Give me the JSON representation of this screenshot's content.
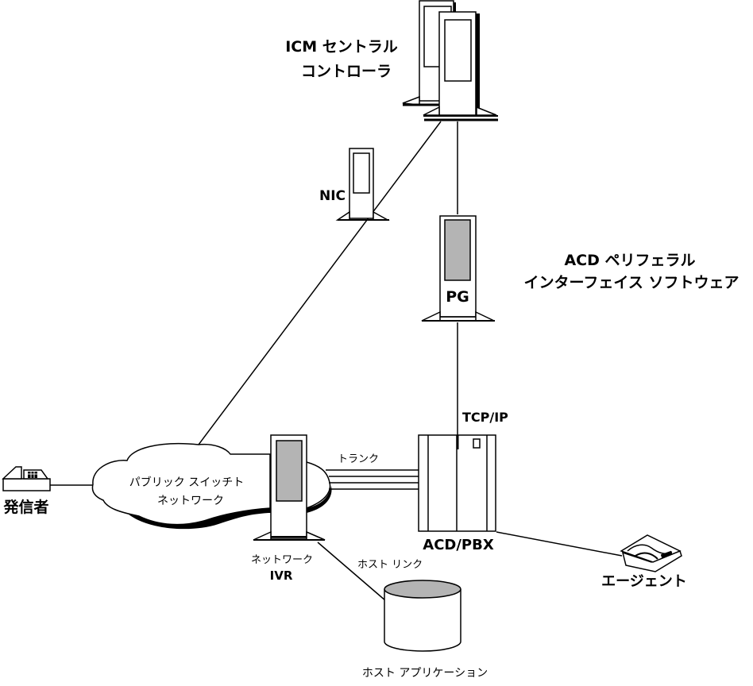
{
  "colors": {
    "line": "#000000",
    "background": "#ffffff",
    "screen_fill": "#b4b4b4"
  },
  "nodes": {
    "icm": {
      "label_line1": "ICM セントラル",
      "label_line2": "コントローラ",
      "icon": "server-tower-pair-icon"
    },
    "nic": {
      "label": "NIC",
      "icon": "server-tower-icon"
    },
    "pg": {
      "label": "PG",
      "icon": "server-tower-icon",
      "description_line1": "ACD ペリフェラル",
      "description_line2": "インターフェイス ソフトウェア"
    },
    "caller": {
      "label": "発信者",
      "icon": "telephone-icon"
    },
    "network": {
      "label_line1": "パブリック スイッチト",
      "label_line2": "ネットワーク",
      "icon": "cloud-icon"
    },
    "ivr": {
      "label_line1": "ネットワーク",
      "label_line2": "IVR",
      "icon": "server-tower-icon"
    },
    "acd": {
      "label": "ACD/PBX",
      "icon": "switch-cabinet-icon"
    },
    "agent": {
      "label": "エージェント",
      "icon": "agent-phone-icon"
    },
    "host": {
      "label": "ホスト アプリケーション",
      "icon": "database-cylinder-icon"
    }
  },
  "links": {
    "trunk": "トランク",
    "tcpip": "TCP/IP",
    "host_link": "ホスト リンク"
  }
}
